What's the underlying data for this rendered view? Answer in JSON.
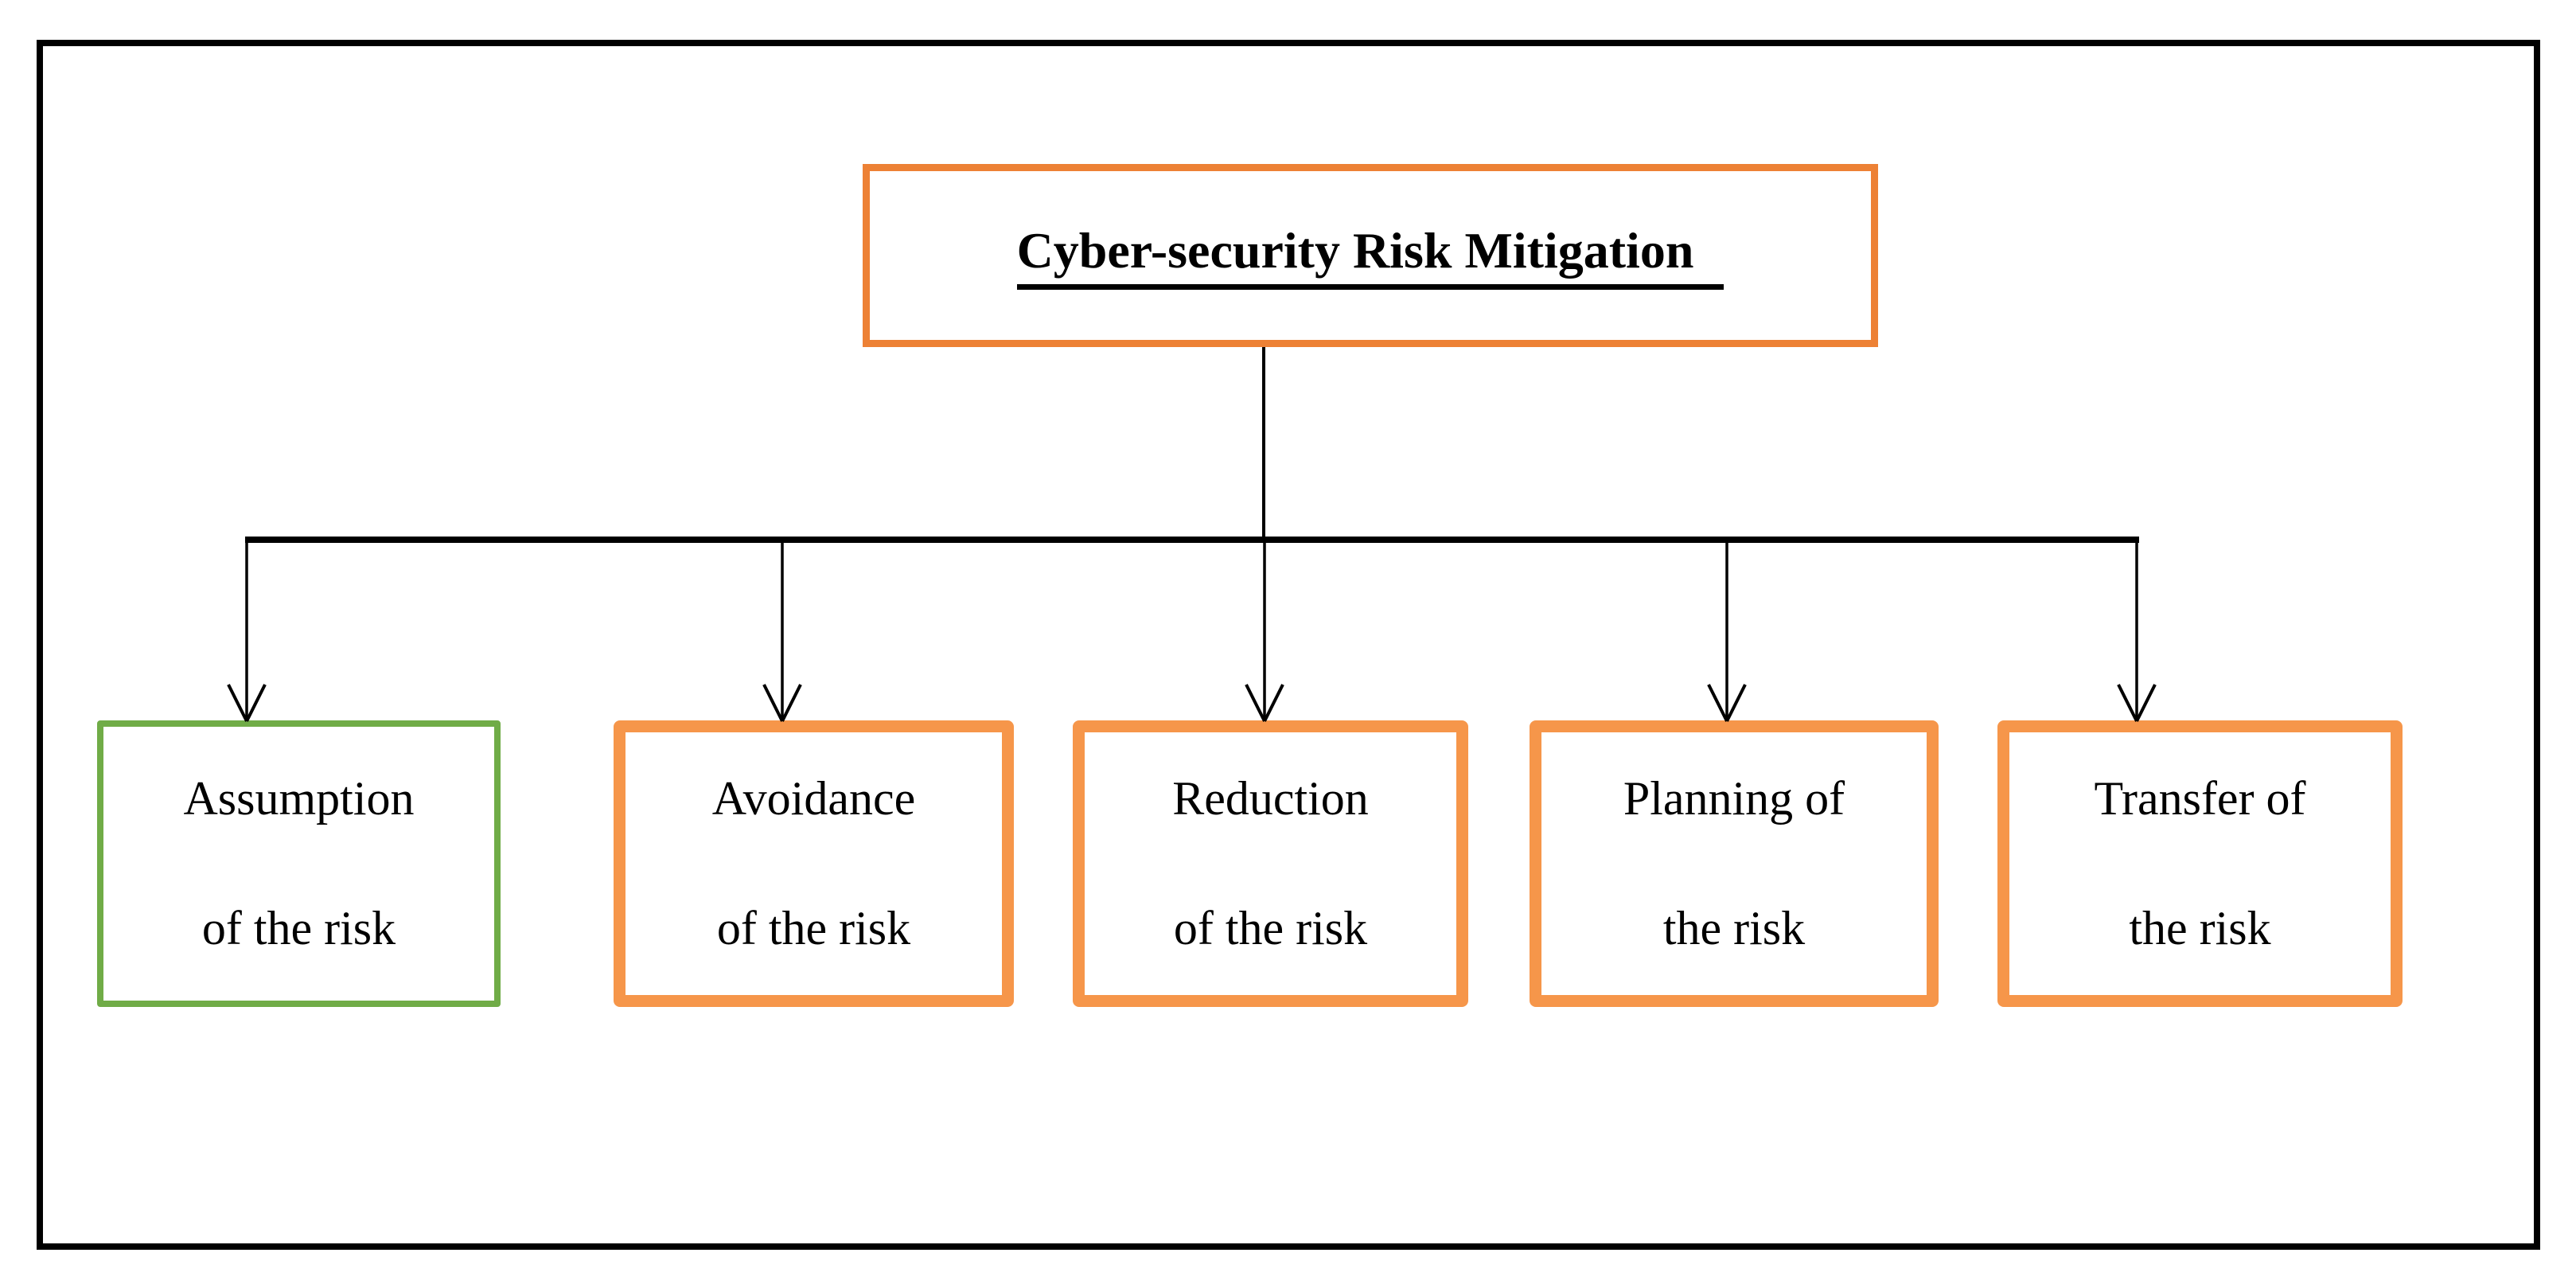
{
  "diagram": {
    "type": "org-chart",
    "colors": {
      "orange": "#ED8135",
      "orange_light": "#F6964A",
      "green": "#70AC47",
      "line": "#000000",
      "background": "#FFFFFF"
    },
    "root": {
      "label": "Cyber-security Risk Mitigation"
    },
    "children": [
      {
        "label_line1": "Assumption",
        "label_line2": "of the risk",
        "border_color": "green"
      },
      {
        "label_line1": "Avoidance",
        "label_line2": "of the risk",
        "border_color": "orange"
      },
      {
        "label_line1": "Reduction",
        "label_line2": "of the risk",
        "border_color": "orange"
      },
      {
        "label_line1": "Planning of",
        "label_line2": "the risk",
        "border_color": "orange"
      },
      {
        "label_line1": "Transfer of",
        "label_line2": "the risk",
        "border_color": "orange"
      }
    ]
  }
}
